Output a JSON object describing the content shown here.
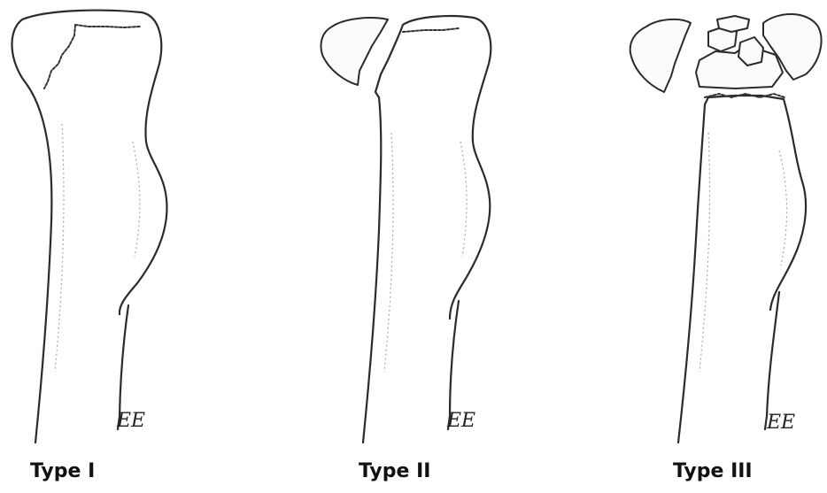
{
  "labels": {
    "type1": "Type I",
    "type2": "Type II",
    "type3": "Type III"
  },
  "signature": "EE",
  "colors": {
    "stroke": "#2b2b2b",
    "background": "#ffffff"
  }
}
